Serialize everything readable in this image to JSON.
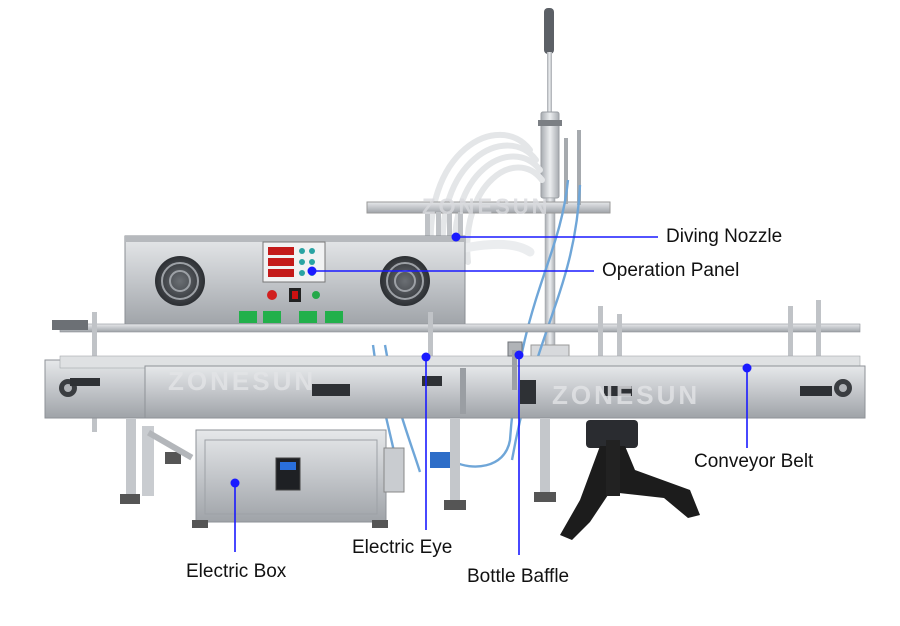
{
  "watermark": "ZONESUN",
  "colors": {
    "leader": "#1a1aff",
    "steel": "#c9ccd0",
    "steel_dark": "#8e9297",
    "belt": "#dfe1e3",
    "stand": "#1c1c1c"
  },
  "callouts": {
    "diving_nozzle": "Diving Nozzle",
    "operation_panel": "Operation Panel",
    "conveyor_belt": "Conveyor Belt",
    "electric_box": "Electric Box",
    "electric_eye": "Electric Eye",
    "bottle_baffle": "Bottle Baffle"
  }
}
